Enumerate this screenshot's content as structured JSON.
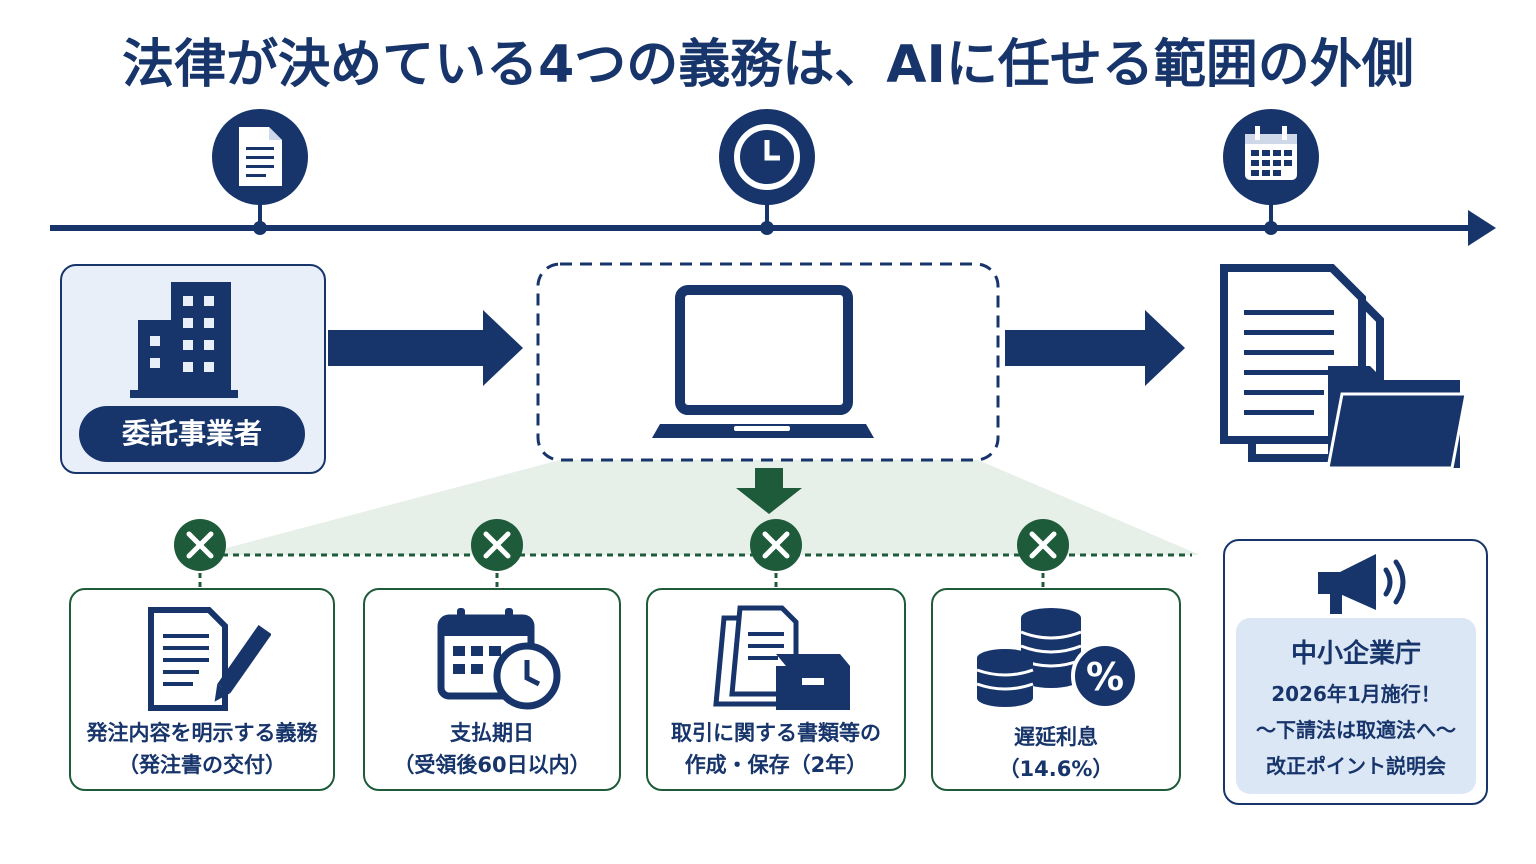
{
  "title": "法律が決めている4つの義務は、AIに任せる範囲の外側",
  "timeline_icons": [
    "document-icon",
    "clock-icon",
    "calendar-icon"
  ],
  "client": {
    "label": "委託事業者",
    "icon": "building-icon"
  },
  "process_icon": "laptop-icon",
  "output_icon": "documents-folder-icon",
  "duties": [
    {
      "line1": "発注内容を明示する義務",
      "line2": "（発注書の交付）",
      "icon": "document-pen-icon"
    },
    {
      "line1": "支払期日",
      "line2": "（受領後60日以内）",
      "icon": "calendar-clock-icon"
    },
    {
      "line1": "取引に関する書類等の",
      "line2": "作成・保存（2年）",
      "icon": "papers-box-icon"
    },
    {
      "line1": "遅延利息",
      "line2": "（14.6%）",
      "icon": "coins-percent-icon"
    }
  ],
  "notice": {
    "icon": "megaphone-icon",
    "org": "中小企業庁",
    "line1": "2026年1月施行！",
    "line2": "〜下請法は取適法へ〜",
    "line3": "改正ポイント説明会"
  },
  "colors": {
    "navy": "#17356b",
    "green": "#1e5b3a",
    "light_blue": "#e9eff8",
    "notice_bg": "#dce7f5",
    "fan": "#e6efe8"
  }
}
